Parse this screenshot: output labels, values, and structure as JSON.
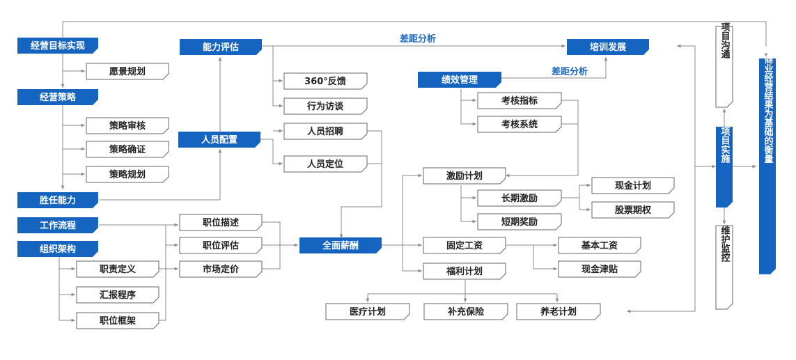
{
  "colors": {
    "accent": "#1565c0",
    "line": "#8a8a8a",
    "box_border": "#666666",
    "text": "#222222"
  },
  "blue_nodes": {
    "jyMbsx": "经营目标实现",
    "jycl": "经营策略",
    "srnl": "胜任能力",
    "gzlc": "工作流程",
    "zzjg": "组织架构",
    "nlpg": "能力评估",
    "rypz": "人员配置",
    "qmxc": "全面薪酬",
    "jxgl": "绩效管理",
    "pxfz": "培训发展"
  },
  "white_nodes": {
    "yjgh": "愿景规划",
    "clsh": "策略审核",
    "clqz": "策略确证",
    "clgh": "策略规划",
    "zzdy": "职责定义",
    "hbcx": "汇报程序",
    "zwkj": "职位框架",
    "zwms": "职位描述",
    "zwpg": "职位评估",
    "scdj": "市场定价",
    "fk360": "360°反馈",
    "xwft": "行为访谈",
    "ryzp": "人员招聘",
    "rydw": "人员定位",
    "khzb": "考核指标",
    "khxt": "考核系统",
    "jljh": "激励计划",
    "cqjl": "长期激励",
    "dqjl": "短期奖励",
    "xjjh": "现金计划",
    "gpqq": "股票期权",
    "gdgz": "固定工资",
    "flj": "福利计划",
    "jbgz": "基本工资",
    "xjjt": "现金津贴",
    "ylj": "医疗计划",
    "bcbx": "补充保险",
    "yljh": "养老计划"
  },
  "project": {
    "xmgt": "项目沟通",
    "xmss": "项目实施",
    "whjk": "维护监控",
    "result": "以商业经营结果为基础的衡量"
  },
  "annotations": {
    "gap1": "差距分析",
    "gap2": "差距分析"
  }
}
